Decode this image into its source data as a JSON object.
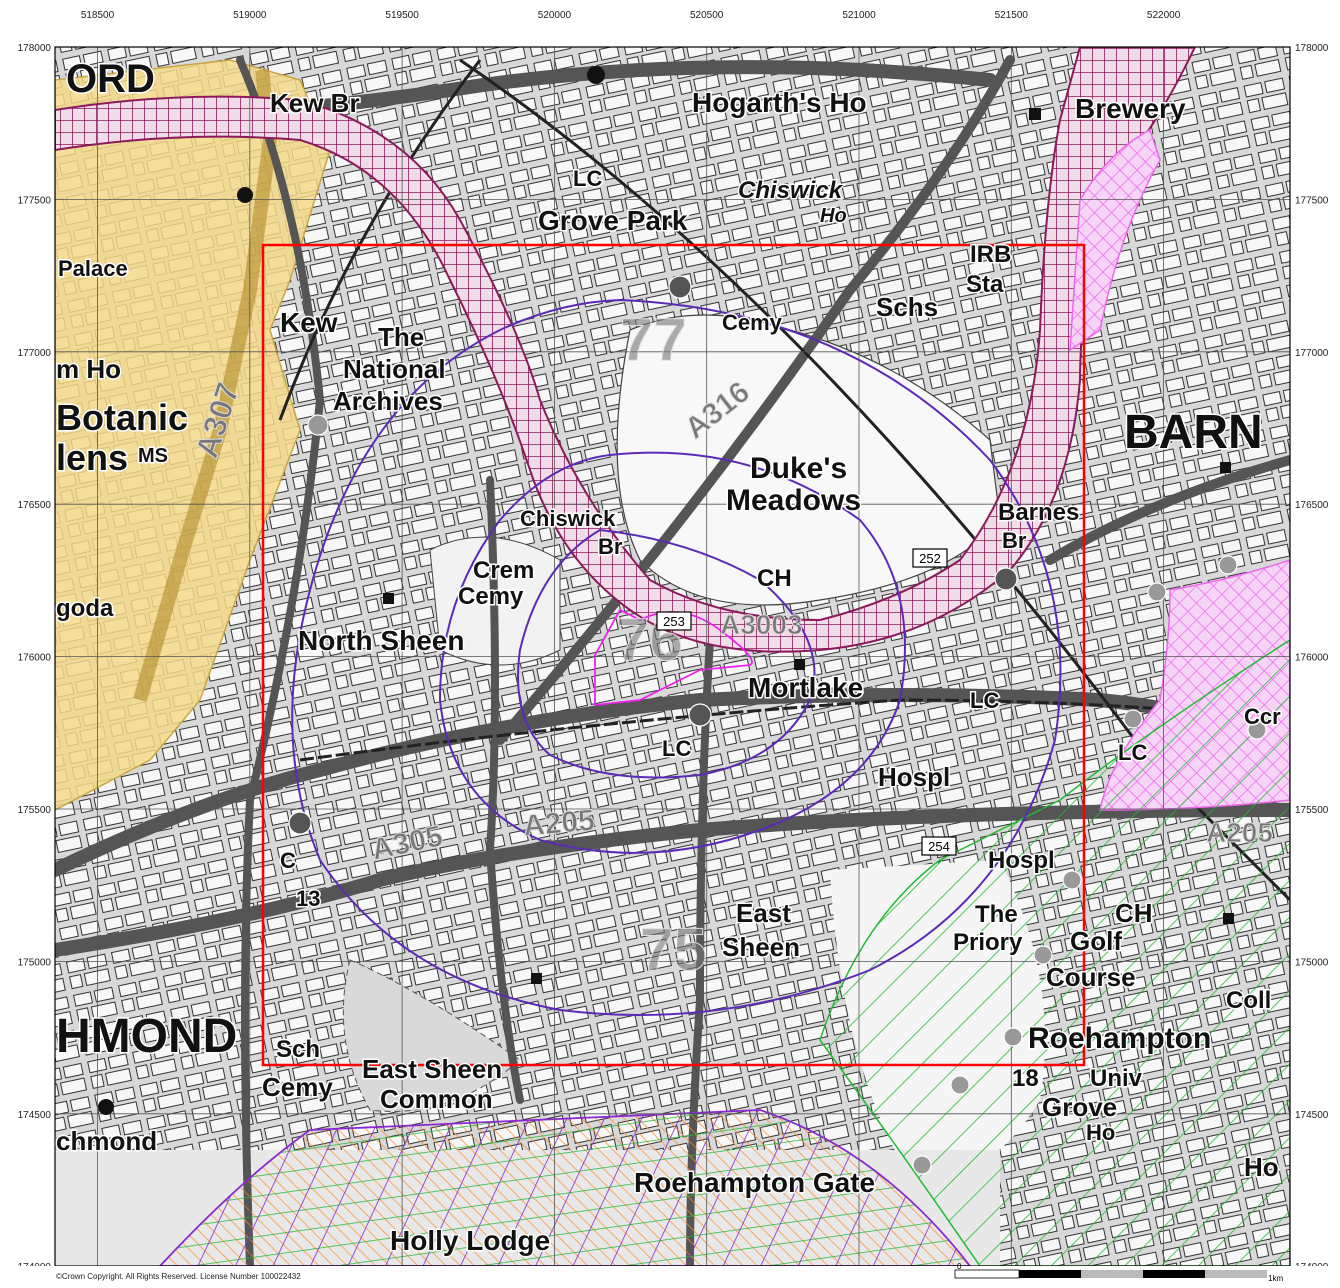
{
  "grid": {
    "eastings": [
      "518500",
      "519000",
      "519500",
      "520000",
      "520500",
      "521000",
      "521500",
      "522000"
    ],
    "northings": [
      "178000",
      "177500",
      "177000",
      "176500",
      "176000",
      "175500",
      "175000",
      "174500",
      "174000"
    ]
  },
  "labels": {
    "ord": "ORD",
    "kew_br": "Kew Br",
    "hogarths_ho": "Hogarth's Ho",
    "brewery": "Brewery",
    "chiswick": "Chiswick",
    "ho": "Ho",
    "lc1": "LC",
    "grove_park": "Grove Park",
    "palace": "Palace",
    "irb": "IRB",
    "sta": "Sta",
    "kew": "Kew",
    "the": "The",
    "national": "National",
    "archives": "Archives",
    "cemy1": "Cemy",
    "schs": "Schs",
    "m_ho": "m Ho",
    "botanic": "Botanic",
    "dens": "lens",
    "ms": "MS",
    "a307": "A307",
    "a316": "A316",
    "barn": "BARN",
    "dukes": "Duke's",
    "meadows": "Meadows",
    "chiswick_br1": "Chiswick",
    "chiswick_br2": "Br",
    "crem": "Crem",
    "cemy2": "Cemy",
    "ch1": "CH",
    "barnes": "Barnes",
    "br": "Br",
    "num252": "252",
    "num253": "253",
    "num254": "254",
    "pagoda": "goda",
    "north_sheen": "North Sheen",
    "a3003": "A3003",
    "mortlake": "Mortlake",
    "lc2": "LC",
    "lc3": "LC",
    "lc4": "LC",
    "hospl1": "Hospl",
    "hospl2": "Hospl",
    "a305": "A305",
    "a205": "A205",
    "a205b": "A205",
    "c": "C",
    "n13": "13",
    "ch2": "CH",
    "the2": "The",
    "priory": "Priory",
    "golf": "Golf",
    "course": "Course",
    "east": "East",
    "sheen": "Sheen",
    "n75": "75",
    "n76": "76",
    "n77": "77",
    "coll": "Coll",
    "hmond": "HMOND",
    "sch": "Sch",
    "cemy3": "Cemy",
    "east_sheen": "East Sheen",
    "common": "Common",
    "roehampton": "Roehampton",
    "n18": "18",
    "univ": "Univ",
    "grove": "Grove",
    "ho2": "Ho",
    "ho3": "Ho",
    "chmond": "chmond",
    "roehampton_gate": "Roehampton Gate",
    "holly_lodge": "Holly Lodge",
    "ccr": "Ccr"
  },
  "scale": {
    "end_label": "1km"
  },
  "copyright": "©Crown Copyright. All Rights Reserved. License Number 100022432",
  "colors": {
    "study_box": "#ff0000",
    "buffer_rings": "#5b2bb8",
    "river_hatch": "#8b1a5a",
    "kew_gardens": "#f3d98a",
    "green_hatch": "#22bb33",
    "pink_hatch": "#ee66ee",
    "orange_hatch": "#ff8a2a",
    "purple_hatch": "#8a2ad0"
  }
}
